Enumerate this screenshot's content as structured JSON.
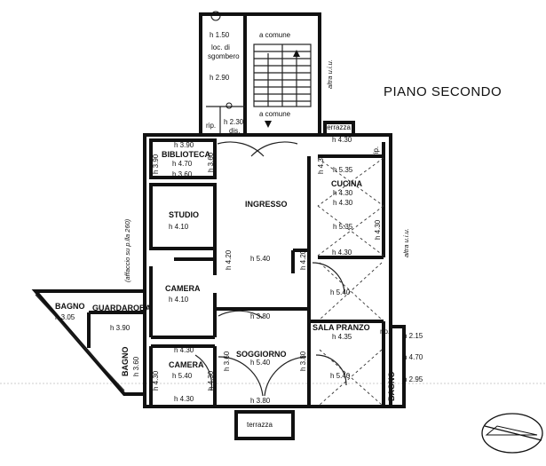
{
  "title": "PIANO SECONDO",
  "side_notes": {
    "right_top": "altra u.i.u.",
    "right_mid": "altra u.i.u.",
    "left": "(affaccio su p.lla 260)"
  },
  "stair": {
    "top_label": "a comune",
    "bottom_label": "a comune"
  },
  "storage": {
    "h_top": "h 1.50",
    "label_line1": "loc. di",
    "label_line2": "sgombero",
    "h_mid": "h 2.90",
    "h_bottom": "h 2.30",
    "rip": "rip.",
    "dis": "dis."
  },
  "rooms": {
    "terrazza_top": "terrazza",
    "terrazza_bottom": "terrazza",
    "biblioteca": "BIBLIOTECA",
    "studio": "STUDIO",
    "ingresso": "INGRESSO",
    "cucina": "CUCINA",
    "camera_1": "CAMERA",
    "camera_2": "CAMERA",
    "bagno_1": "BAGNO",
    "guardaroba": "GUARDAROBA",
    "bagno_2": "BAGNO",
    "bagno_3": "BAGNO",
    "sala_pranzo": "SALA PRANZO",
    "soggiorno": "SOGGIORNO",
    "rip_cucina": "rip.",
    "rip_pranzo": "rip."
  },
  "heights": {
    "bib_top": "h 3.90",
    "bib_left": "h 3.90",
    "bib_center": "h 4.70",
    "bib_right": "h 3.60",
    "bib_bottom": "h 3.60",
    "studio": "h 4.10",
    "ingresso": "h 5.40",
    "ingresso_col_left": "h 4.20",
    "ingresso_col_right": "h 4.20",
    "cucina_top": "h 4.30",
    "cucina_upper": "h 5.35",
    "cucina_mid1": "h 4.30",
    "cucina_mid2": "h 4.30",
    "cucina_lower": "h 5.35",
    "cucina_left": "h 4.30",
    "cucina_right": "h 4.30",
    "cucina_bottom": "h 4.30",
    "camera_1": "h 4.10",
    "bagno_1": "h 3.05",
    "guardaroba": "h 3.90",
    "bagno_2": "h 3.60",
    "camera_2_top": "h 4.30",
    "camera_2_center": "h 5.40",
    "camera_2_left": "h 4.30",
    "camera_2_right": "h 4.30",
    "camera_2_bottom": "h 4.30",
    "pranzo_upper": "h 5.40",
    "pranzo_label": "h 4.35",
    "pranzo_lower": "h 5.40",
    "soggiorno_top": "h 3.80",
    "soggiorno_center": "h 5.40",
    "soggiorno_left": "h 3.60",
    "soggiorno_right": "h 3.80",
    "soggiorno_bottom": "h 3.80",
    "right_1": "h 2.15",
    "right_2": "h 4.70",
    "right_3": "h 2.95"
  },
  "colors": {
    "ink": "#111111",
    "background": "#ffffff"
  }
}
